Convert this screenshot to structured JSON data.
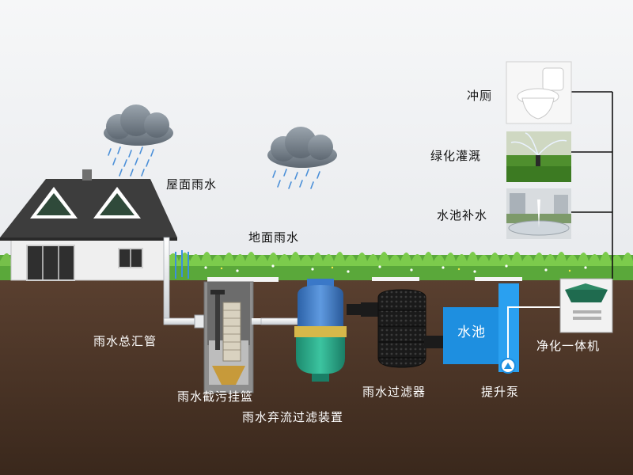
{
  "labels": {
    "roof_rain": "屋面雨水",
    "ground_rain": "地面雨水",
    "main_pipe": "雨水总汇管",
    "basket": "雨水截污挂篮",
    "diverter": "雨水弃流过滤装置",
    "filter": "雨水过滤器",
    "tank": "水池",
    "pump": "提升泵",
    "purifier": "净化一体机",
    "toilet": "冲厕",
    "irrigation": "绿化灌溉",
    "pool_refill": "水池补水"
  },
  "colors": {
    "sky": "#f2f3f5",
    "soil": "#4a3426",
    "grass": "#5aa83a",
    "tank_blue": "#1e8fe0",
    "diverter_top": "#3a78c8",
    "diverter_body": "#2aa58a",
    "house_roof": "#3d3d3d",
    "purifier_green": "#1f6b4f"
  }
}
